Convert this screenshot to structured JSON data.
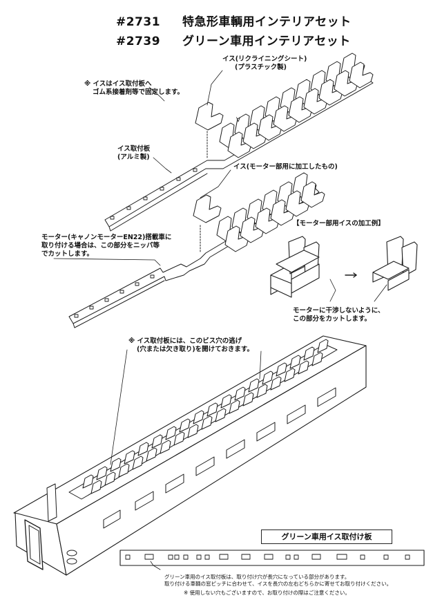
{
  "titles": [
    {
      "number": "#2731",
      "name": "特急形車輌用インテリアセット"
    },
    {
      "number": "#2739",
      "name": "グリーン車用インテリアセット"
    }
  ],
  "labels": {
    "note_glue": [
      "※ イスはイス取付板へ",
      "ゴム系接着剤等で固定します。"
    ],
    "seat_plastic": [
      "イス(リクライニングシート)",
      "(プラスチック製)"
    ],
    "plate_alu": [
      "イス取付板",
      "(アルミ製)"
    ],
    "seat_motor": "イス(モーター部用に加工したもの)",
    "motor_example": "【モーター部用イスの加工例】",
    "motor_car_note": [
      "モーター(キャノンモーターEN22)搭載車に",
      "取り付ける場合は、この部分をニッパ等",
      "でカットします。"
    ],
    "cut_note": [
      "モーターに干渉しないように、",
      "この部分をカットします。"
    ],
    "hole_note": [
      "※ イス取付板には、このビス穴の逃げ",
      "(穴または欠き取り)を開けておきます。"
    ],
    "green_plate_title": "グリーン車用イス取付け板",
    "green_note": [
      "グリーン車用のイス取付板は、取り付け穴が長穴になっている部分があります。",
      "取り付ける車輌の窓ピッチに合わせて、イスを長穴の左右どちらかに寄せてお取り付けください。"
    ],
    "footer": "※ 使用しない穴もございますので、お取り付けの際はご注意ください。",
    "arrow": "→"
  }
}
